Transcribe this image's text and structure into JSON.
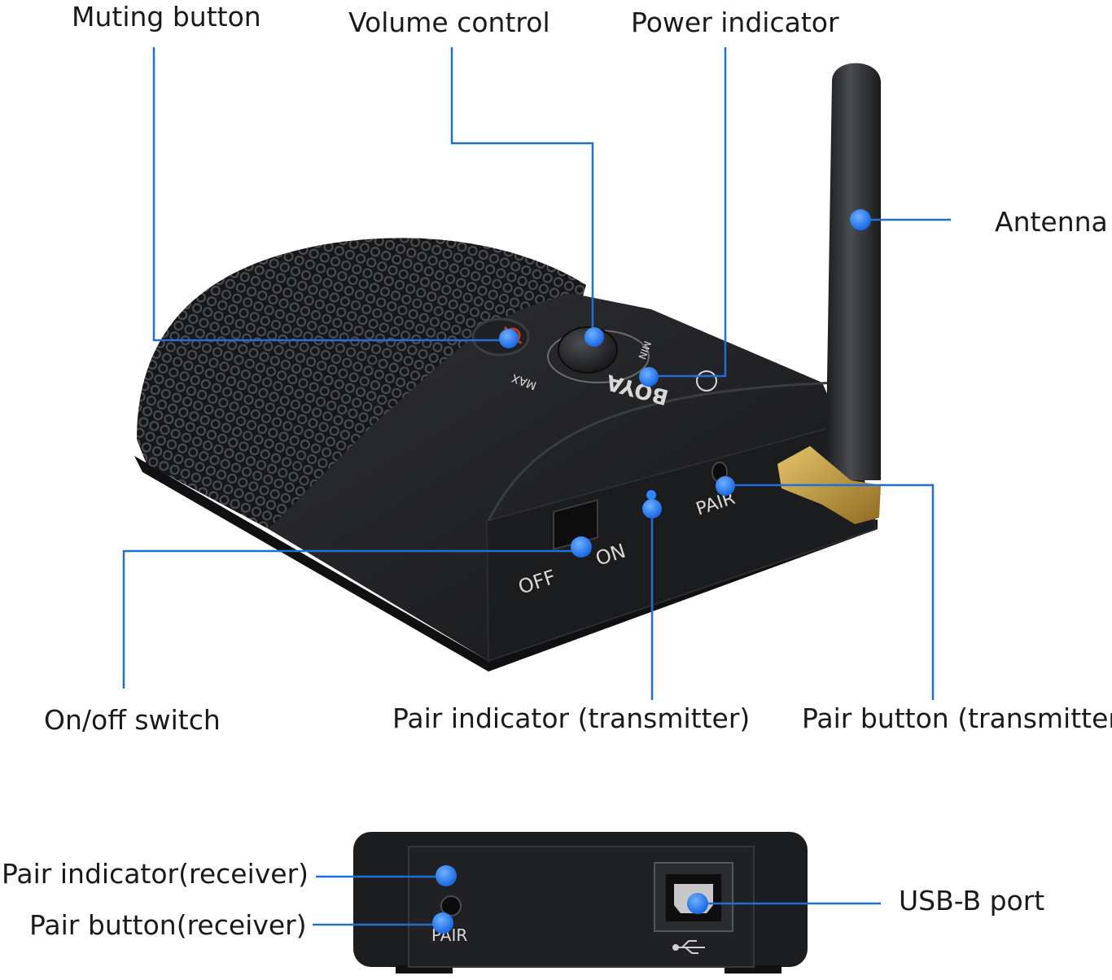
{
  "labels": {
    "muting_button": "Muting button",
    "volume_control": "Volume control",
    "power_indicator": "Power indicator",
    "antenna": "Antenna",
    "on_off_switch": "On/off switch",
    "pair_indicator_transmitter": "Pair indicator (transmitter)",
    "pair_button_transmitter": "Pair button (transmitter)",
    "pair_indicator_receiver": "Pair indicator(receiver)",
    "pair_button_receiver": "Pair button(receiver)",
    "usb_b_port": "USB-B port"
  },
  "device_markings": {
    "brand": "BOYA",
    "switch_off": "OFF",
    "switch_on": "ON",
    "pair": "PAIR",
    "knob_max": "MAX",
    "knob_min": "MIN"
  },
  "colors": {
    "callout": "#1f6fd6",
    "dot": "#1e7bff",
    "body": "#1c1d1f",
    "mesh": "#2a2b2d",
    "brass": "#c9a24a"
  },
  "icons": {
    "usb": "usb-icon",
    "mute": "mute-icon"
  }
}
